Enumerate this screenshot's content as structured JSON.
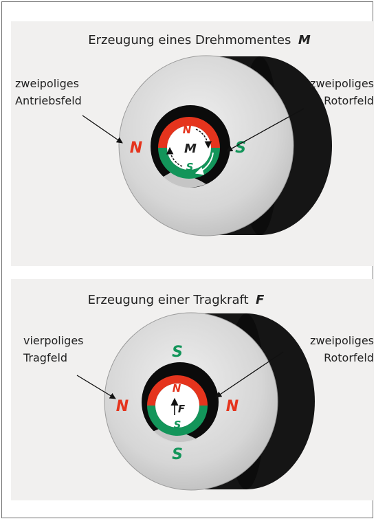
{
  "top": {
    "title": "Erzeugung eines Drehmomentes",
    "title_var": "M",
    "left_label_1": "zweipoliges",
    "left_label_2": "Antriebsfeld",
    "right_label_1": "zweipoliges",
    "right_label_2": "Rotorfeld",
    "stator_pole_left": "N",
    "stator_pole_right": "S",
    "rotor_pole_top": "N",
    "rotor_pole_bottom": "S",
    "center_var": "M"
  },
  "bottom": {
    "title": "Erzeugung einer Tragkraft",
    "title_var": "F",
    "left_label_1": "vierpoliges",
    "left_label_2": "Tragfeld",
    "right_label_1": "zweipoliges",
    "right_label_2": "Rotorfeld",
    "stator_pole_top": "S",
    "stator_pole_bottom": "S",
    "stator_pole_left": "N",
    "stator_pole_right": "N",
    "rotor_pole_top": "N",
    "rotor_pole_bottom": "S",
    "center_var": "F"
  },
  "colors": {
    "north": "#e5341d",
    "south": "#13955a",
    "stator": "#d4d4d4",
    "shadow": "#111111",
    "background": "#f1f0ef"
  }
}
